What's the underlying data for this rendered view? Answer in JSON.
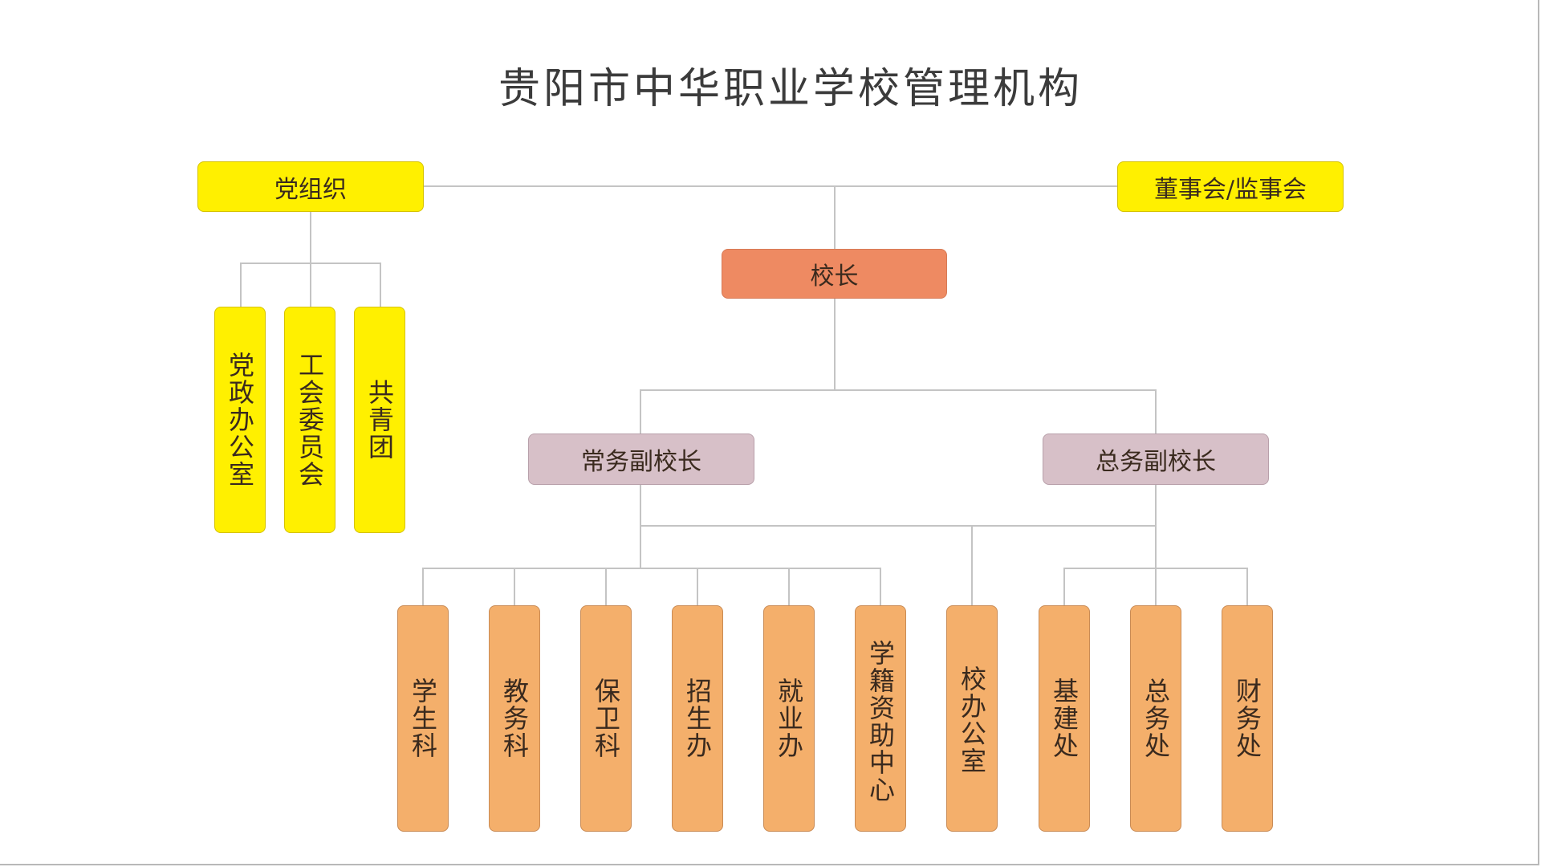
{
  "title": "贵阳市中华职业学校管理机构",
  "colors": {
    "party": "#fff000",
    "principal": "#ee8a62",
    "vice_principal": "#d7c0c8",
    "department": "#f4af6b",
    "connector": "#c4c4c4"
  },
  "top": {
    "party": "党组织",
    "board": "董事会/监事会",
    "principal": "校长"
  },
  "party_units": [
    "党政办公室",
    "工会委员会",
    "共青团"
  ],
  "vice_principals": {
    "executive": "常务副校长",
    "general_affairs": "总务副校长"
  },
  "departments": [
    "学生科",
    "教务科",
    "保卫科",
    "招生办",
    "就业办",
    "学籍资助中心",
    "校办公室",
    "基建处",
    "总务处",
    "财务处"
  ]
}
